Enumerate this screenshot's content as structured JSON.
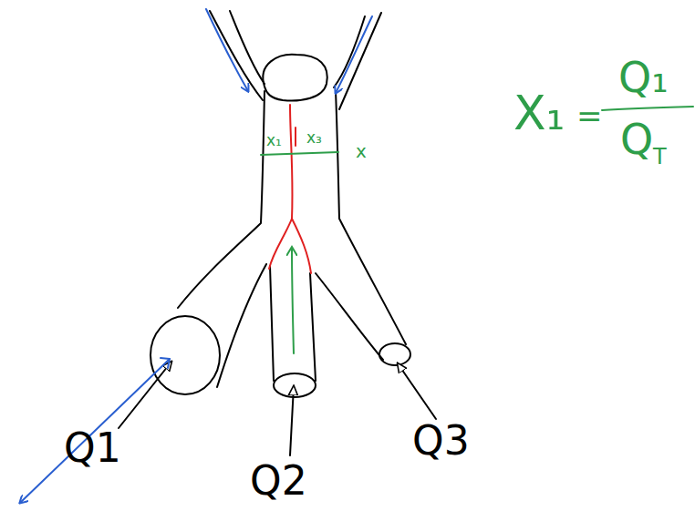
{
  "diagram": {
    "labels": [
      "x₁",
      "x₃",
      "x",
      "X₁",
      "=",
      "Q₁",
      "Q",
      "T",
      "Q1",
      "Q2",
      "Q3"
    ]
  }
}
